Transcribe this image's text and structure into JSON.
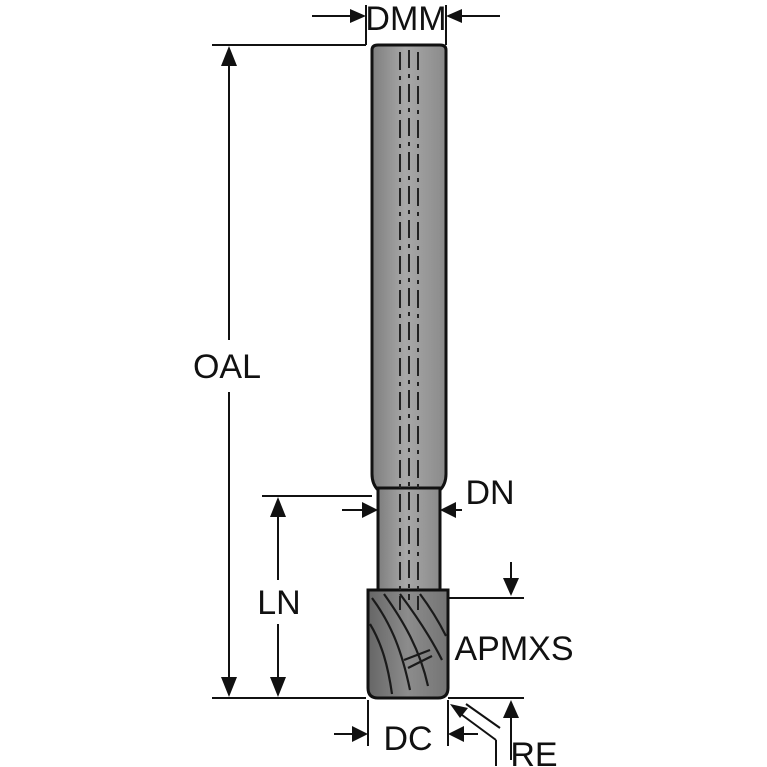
{
  "diagram": {
    "labels": {
      "dmm": "DMM",
      "oal": "OAL",
      "dn": "DN",
      "ln": "LN",
      "apmxs": "APMXS",
      "dc": "DC",
      "re": "RE"
    },
    "colors": {
      "tool_fill": "#9a9a9a",
      "tool_dark": "#6f6f6f",
      "line": "#111111",
      "background": "#ffffff"
    }
  }
}
